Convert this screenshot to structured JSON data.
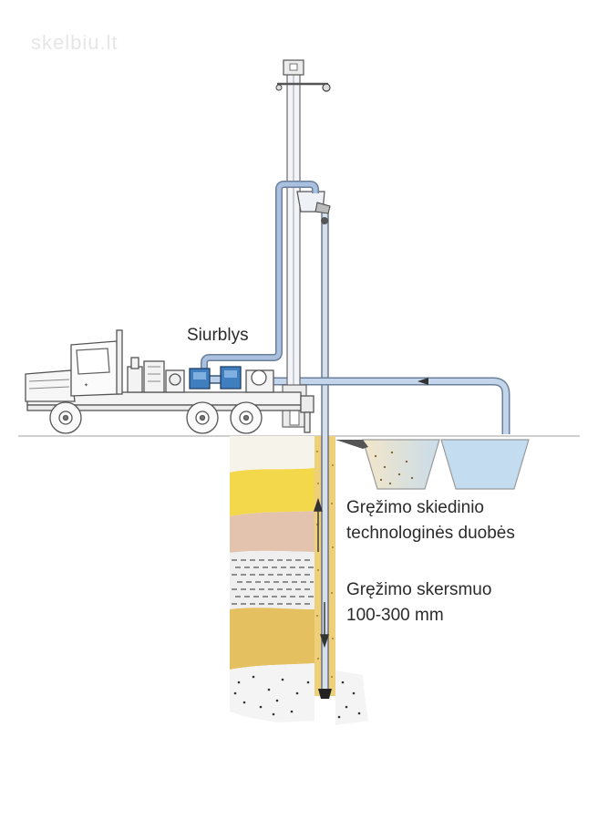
{
  "watermark": "skelbiu.lt",
  "labels": {
    "pump": "Siurblys",
    "pits_line1": "Gręžimo skiedinio",
    "pits_line2": "technologinės duobės",
    "diameter_line1": "Gręžimo skersmuo",
    "diameter_line2": "100-300 mm"
  },
  "colors": {
    "pipe": "#a9c0de",
    "water": "#c3dcef",
    "sand_yellow": "#f2d84a",
    "clay_pink": "#e3c3ae",
    "ochre": "#e5c060",
    "truck_line": "#555555"
  }
}
